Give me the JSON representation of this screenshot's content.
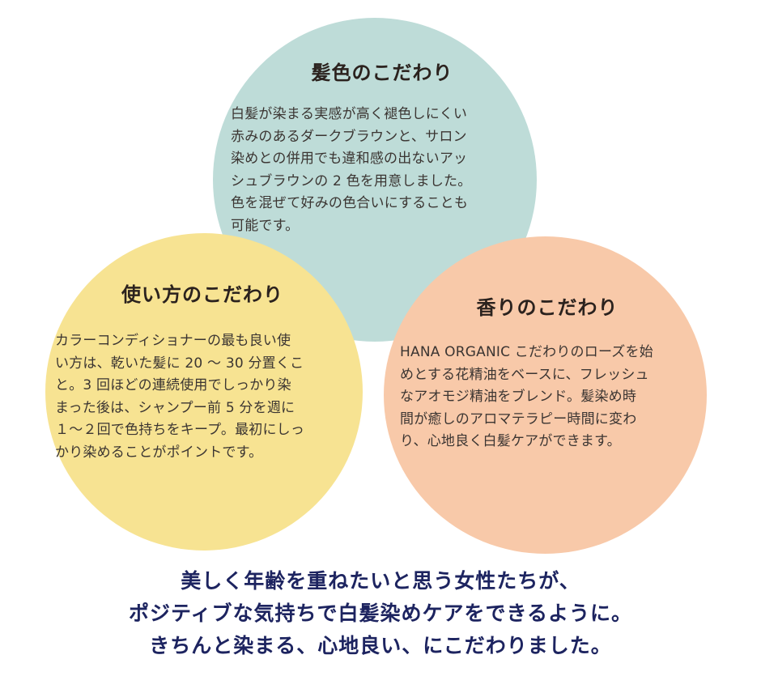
{
  "colors": {
    "teal_circle": "#bedcd8",
    "yellow_circle": "#f7e392",
    "peach_circle": "#f8c9a9",
    "tagline_text": "#1d2460",
    "body_text": "#3b3532"
  },
  "sections": {
    "hair_color": {
      "title": "髪色のこだわり",
      "body": "白髪が染まる実感が高く褪色しにくい\n赤みのあるダークブラウンと、サロン\n染めとの併用でも違和感の出ないアッ\nシュブラウンの 2 色を用意しました。\n色を混ぜて好みの色合いにすることも\n可能です。"
    },
    "usage": {
      "title": "使い方のこだわり",
      "body": "カラーコンディショナーの最も良い使\nい方は、乾いた髪に 20 ～ 30 分置くこ\nと。3 回ほどの連続使用でしっかり染\nまった後は、シャンプー前 5 分を週に\n１～２回で色持ちをキープ。最初にしっ\nかり染めることがポイントです。"
    },
    "scent": {
      "title": "香りのこだわり",
      "body": "HANA ORGANIC こだわりのローズを始\nめとする花精油をベースに、フレッシュ\nなアオモジ精油をブレンド。髪染め時\n間が癒しのアロマテラピー時間に変わ\nり、心地良く白髪ケアができます。"
    }
  },
  "tagline": {
    "lines": [
      "美しく年齢を重ねたいと思う女性たちが、",
      "ポジティブな気持ちで白髪染めケアをできるように。",
      "きちんと染まる、心地良い、にこだわりました。"
    ]
  }
}
